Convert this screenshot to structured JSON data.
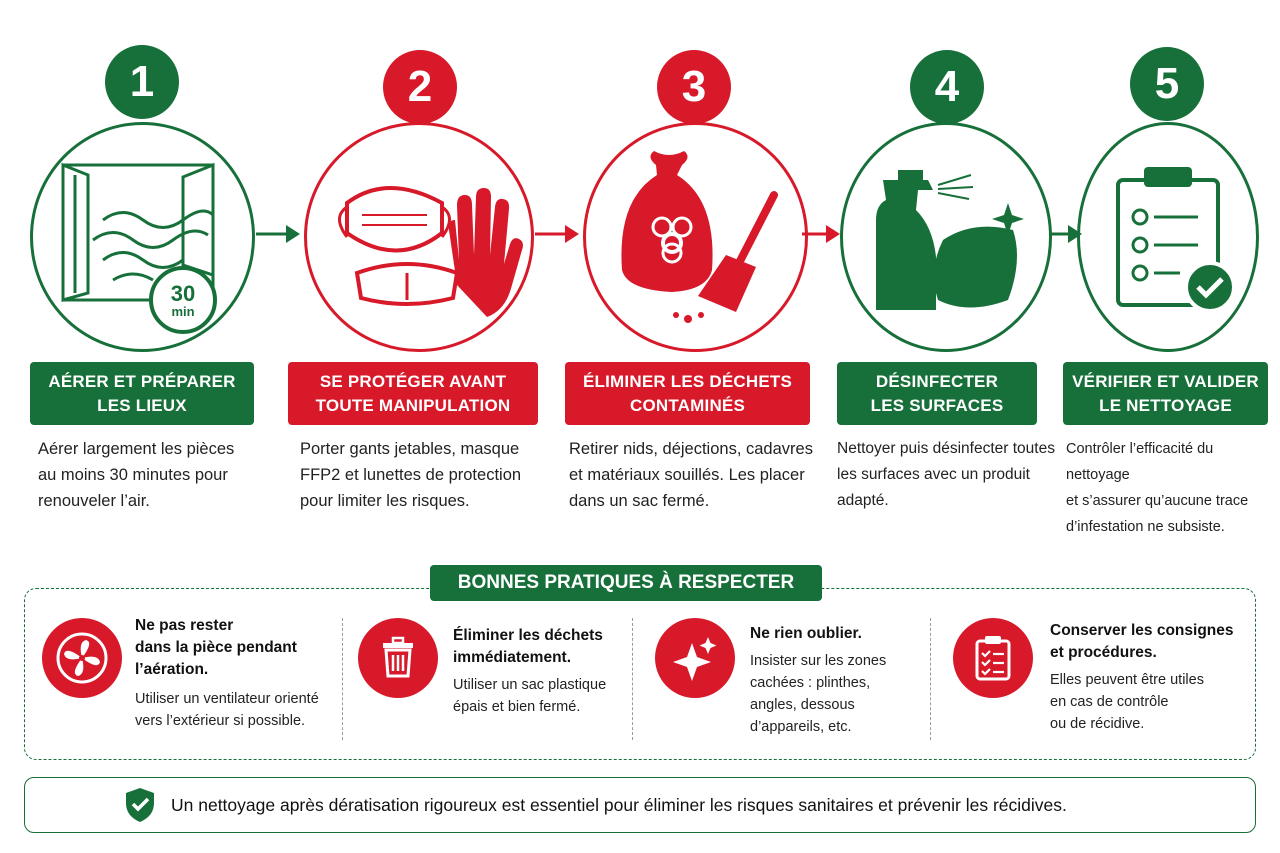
{
  "steps": [
    {
      "number": "1",
      "title": "AÉRER ET PRÉPARER\nLES LIEUX",
      "text": "Aérer largement les pièces\nau moins 30 minutes pour\nrenouveler l’air.",
      "color": "#17703a",
      "badge_value": "30",
      "badge_unit": "min"
    },
    {
      "number": "2",
      "title": "SE PROTÉGER AVANT\nTOUTE MANIPULATION",
      "text": "Porter gants jetables, masque\nFFP2 et lunettes de protection\npour limiter les risques.",
      "color": "#d7192a"
    },
    {
      "number": "3",
      "title": "ÉLIMINER LES DÉCHETS\nCONTAMINÉS",
      "text": "Retirer nids, déjections, cadavres\net matériaux souillés. Les placer\ndans un sac fermé.",
      "color": "#d7192a"
    },
    {
      "number": "4",
      "title": "DÉSINFECTER\nLES SURFACES",
      "text": "Nettoyer puis désinfecter toutes\nles surfaces avec un produit\nadapté.",
      "color": "#17703a"
    },
    {
      "number": "5",
      "title": "VÉRIFIER ET VALIDER\nLE NETTOYAGE",
      "text": "Contrôler l’efficacité du nettoyage\net s’assurer qu’aucune trace\nd’infestation ne subsiste.",
      "color": "#17703a"
    }
  ],
  "tips": {
    "banner": "BONNES PRATIQUES À RESPECTER",
    "items": [
      {
        "icon": "fan-icon",
        "title": "Ne pas rester\ndans la pièce pendant\nl’aération.",
        "text": "Utiliser un ventilateur orienté\nvers l’extérieur si possible."
      },
      {
        "icon": "trash-icon",
        "title": "Éliminer les déchets\nimmédiatement.",
        "text": "Utiliser un sac plastique\népais et bien fermé."
      },
      {
        "icon": "sparkle-icon",
        "title": "Ne rien oublier.",
        "text": "Insister sur les zones\ncachées : plinthes,\nangles, dessous\nd’appareils, etc."
      },
      {
        "icon": "clipboard-icon",
        "title": "Conserver les consignes\net procédures.",
        "text": "Elles peuvent être utiles\nen cas de contrôle\nou de récidive."
      }
    ]
  },
  "footer": {
    "icon": "shield-check-icon",
    "text": "Un nettoyage après dératisation rigoureux est essentiel pour éliminer les risques sanitaires et prévenir les récidives."
  },
  "colors": {
    "green": "#17703a",
    "red": "#d7192a"
  }
}
